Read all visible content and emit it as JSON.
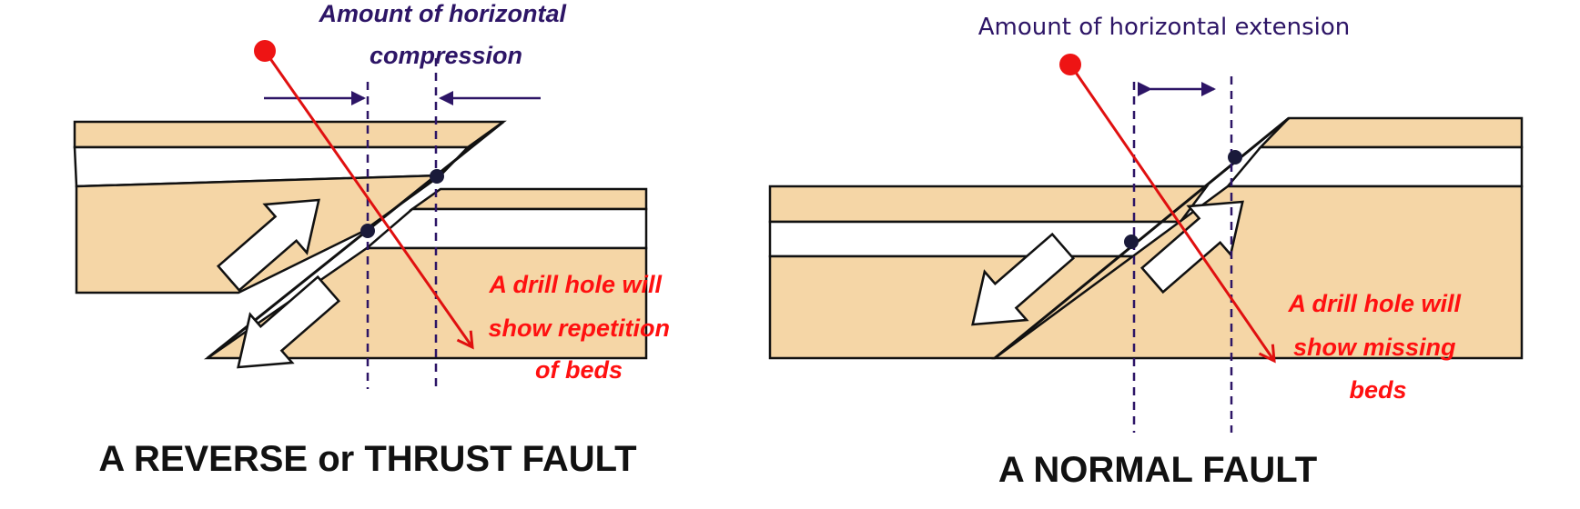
{
  "colors": {
    "rock": "#f5d6a6",
    "bed": "#ffffff",
    "outline": "#111111",
    "drill": "#e01010",
    "drill_head": "#ee1414",
    "measure": "#2d1566",
    "caption_red": "#ff1010",
    "caption_purple": "#2d1566",
    "title": "#111111"
  },
  "reverse_fault": {
    "measure_label": [
      "Amount of horizontal",
      "compression"
    ],
    "drill_label": [
      "A drill hole will",
      "show repetition",
      "of beds"
    ],
    "title": "A REVERSE or THRUST FAULT"
  },
  "normal_fault": {
    "measure_label": "Amount of horizontal extension",
    "drill_label": [
      "A drill hole will",
      "show missing",
      "beds"
    ],
    "title": "A NORMAL FAULT"
  }
}
